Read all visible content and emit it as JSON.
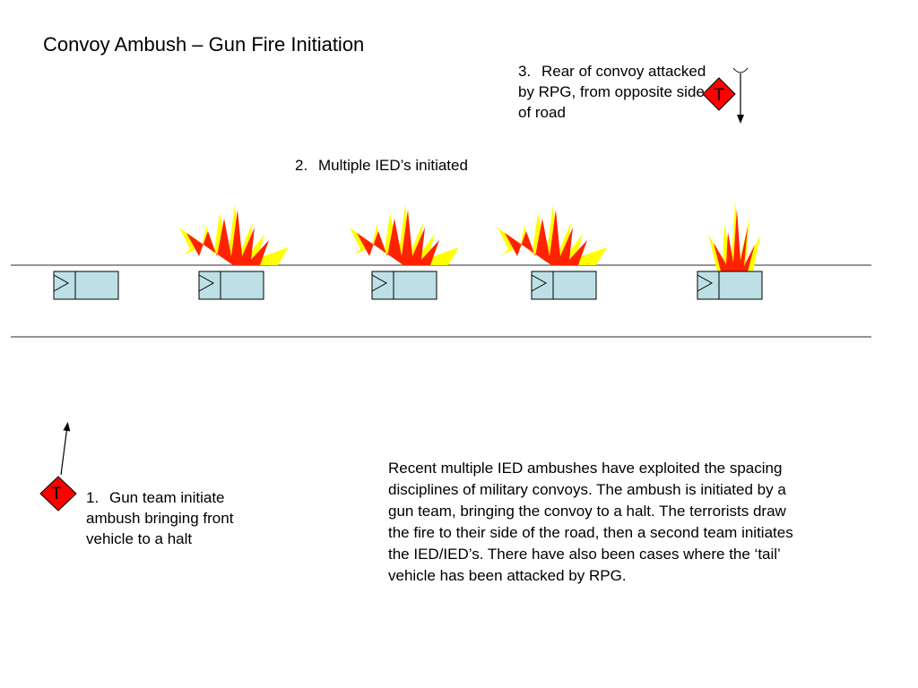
{
  "title": "Convoy Ambush – Gun Fire Initiation",
  "notes": {
    "step1": {
      "number": "1.",
      "text": "Gun team initiate ambush bringing front vehicle to a halt"
    },
    "step2": {
      "number": "2.",
      "text": "Multiple IED’s initiated"
    },
    "step3": {
      "number": "3.",
      "text": "Rear of convoy attacked by RPG, from opposite side of road"
    }
  },
  "description": "Recent multiple IED ambushes have exploited the spacing disciplines of military convoys. The ambush is initiated by a gun team, bringing the convoy to a halt. The terrorists draw the fire to their side of the road, then a second team initiates the IED/IED’s. There have also been cases where the ‘tail’ vehicle has been attacked by RPG.",
  "markers": {
    "gun_team": {
      "label": "T",
      "icon": "terrorist-team-marker"
    },
    "rpg_team": {
      "label": "T",
      "icon": "terrorist-team-marker"
    }
  },
  "vehicles": {
    "count": 5,
    "icon": "vehicle-icon"
  },
  "explosions": {
    "count": 4,
    "icon": "explosion-icon"
  },
  "colors": {
    "vehicle_fill": "#bde0e6",
    "marker_fill": "#ff0000",
    "explosion_outer": "#ffff00",
    "explosion_mid": "#ff6600",
    "explosion_inner": "#ff2200",
    "road_line": "#555555"
  }
}
